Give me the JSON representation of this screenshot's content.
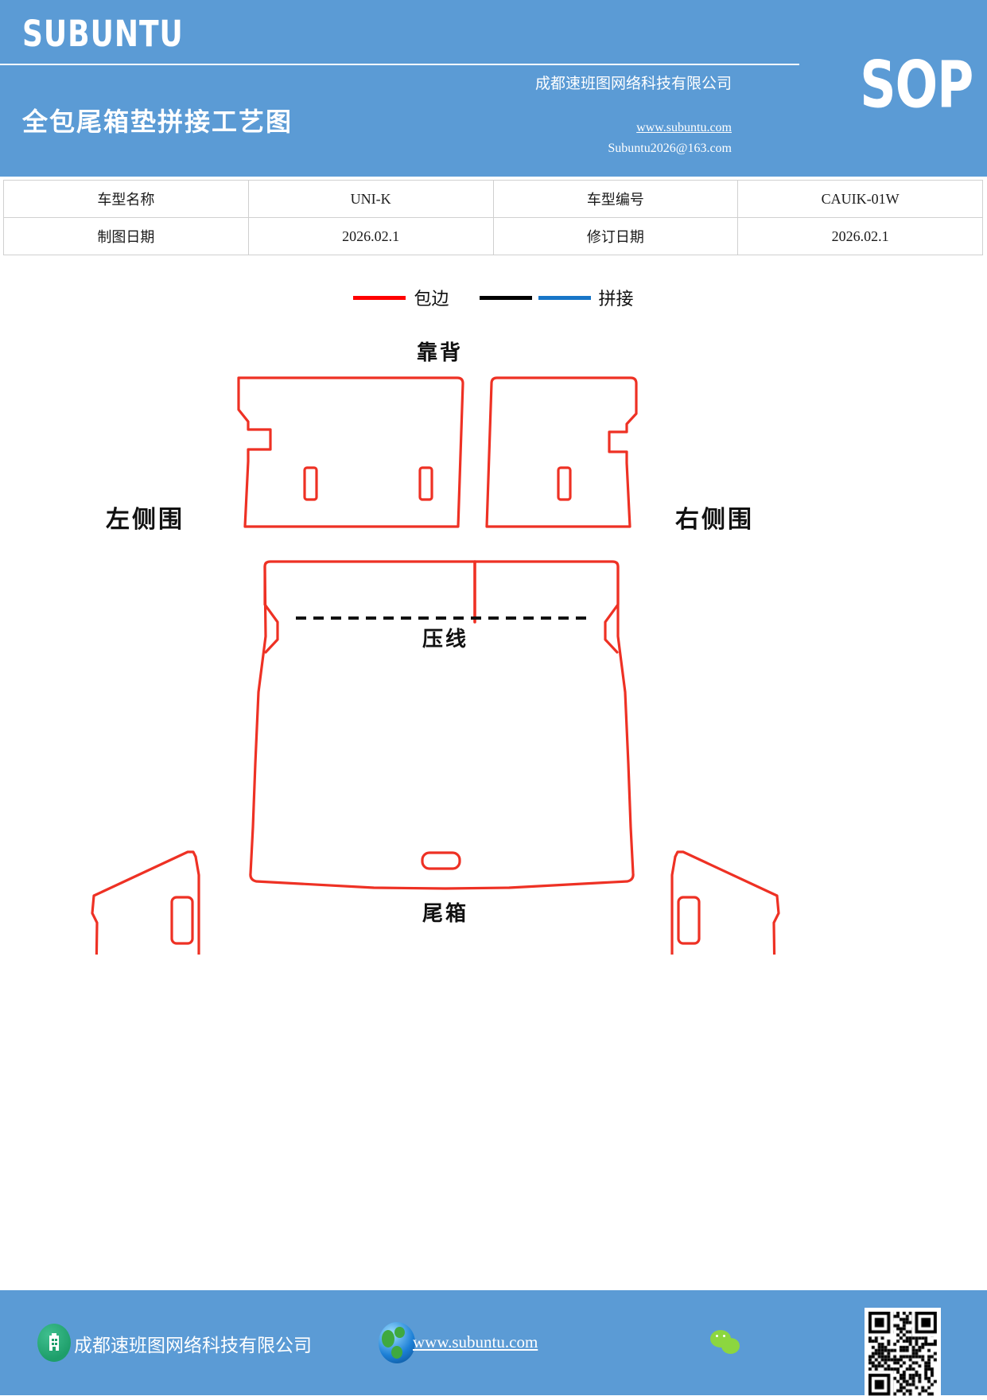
{
  "header": {
    "brand": "SUBUNTU",
    "doc_title": "全包尾箱垫拼接工艺图",
    "company": "成都速班图网络科技有限公司",
    "sop": "SOP",
    "website": "www.subuntu.com",
    "email": "Subuntu2026@163.com",
    "bg_color": "#5B9BD5"
  },
  "info_table": {
    "rows": [
      {
        "k1": "车型名称",
        "v1": "UNI-K",
        "k2": "车型编号",
        "v2": "CAUIK-01W"
      },
      {
        "k1": "制图日期",
        "v1": "2026.02.1",
        "k2": "修订日期",
        "v2": "2026.02.1"
      }
    ]
  },
  "legend": {
    "items": [
      {
        "label": "包边",
        "colors": [
          "#FF0000"
        ]
      },
      {
        "label": "拼接",
        "colors": [
          "#000000",
          "#1876C8"
        ]
      }
    ]
  },
  "diagram": {
    "labels": {
      "backrest": "靠背",
      "left_side": "左侧围",
      "right_side": "右侧围",
      "crease_line": "压线",
      "trunk": "尾箱"
    },
    "colors": {
      "binding": "#EE3124",
      "seam_black": "#111111",
      "seam_blue": "#1876C8"
    }
  },
  "footer": {
    "company": "成都速班图网络科技有限公司",
    "website": "www.subuntu.com",
    "bg_color": "#5B9BD5"
  }
}
